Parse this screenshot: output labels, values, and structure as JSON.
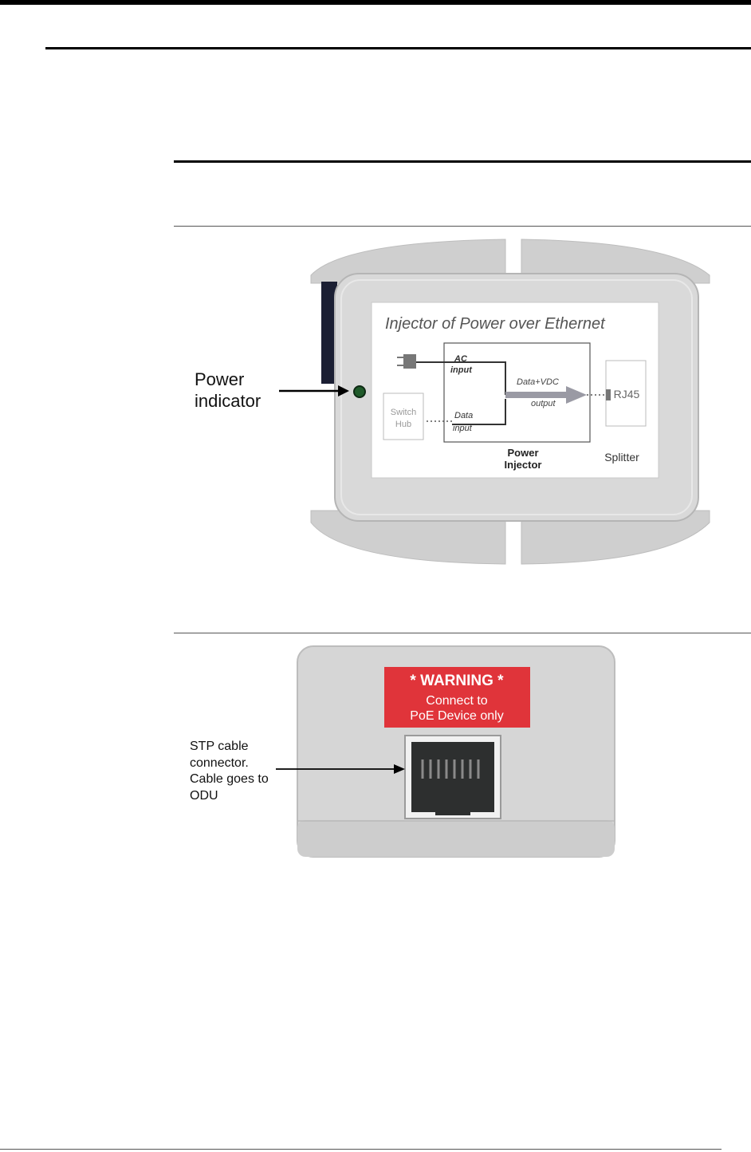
{
  "figure1": {
    "callout": [
      "Power",
      "indicator"
    ],
    "label_title": "Injector of Power over Ethernet",
    "label_ac": [
      "AC",
      "input"
    ],
    "label_data": [
      "Data",
      "input"
    ],
    "label_dvdc": [
      "Data+VDC",
      "output"
    ],
    "label_switch": [
      "Switch",
      "Hub"
    ],
    "label_rj45": "RJ45",
    "label_power_injector": [
      "Power",
      "Injector"
    ],
    "label_splitter": "Splitter"
  },
  "figure2": {
    "warning_title": "* WARNING *",
    "warning_lines": [
      "Connect to",
      "PoE Device only"
    ],
    "callout": [
      "STP cable",
      "connector.",
      "Cable goes to",
      "ODU"
    ]
  },
  "colors": {
    "device_body": "#d9d9d9",
    "warning_red": "#e0343a",
    "indicator_led": "#1f5a2a"
  }
}
